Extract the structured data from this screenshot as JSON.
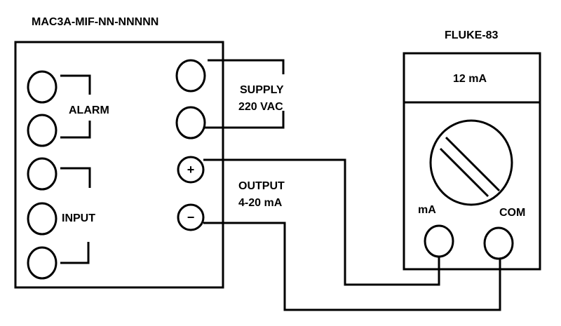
{
  "module": {
    "title": "MAC3A-MIF-NN-NNNNN",
    "alarm_label": "ALARM",
    "input_label": "INPUT",
    "plus_sign": "+",
    "minus_sign": "−"
  },
  "supply": {
    "line1": "SUPPLY",
    "line2": "220 VAC"
  },
  "output": {
    "line1": "OUTPUT",
    "line2": "4-20 mA"
  },
  "meter": {
    "title": "FLUKE-83",
    "display_value": "12 mA",
    "jack_ma_label": "mA",
    "jack_com_label": "COM"
  },
  "colors": {
    "line": "#000000",
    "background": "#ffffff"
  }
}
